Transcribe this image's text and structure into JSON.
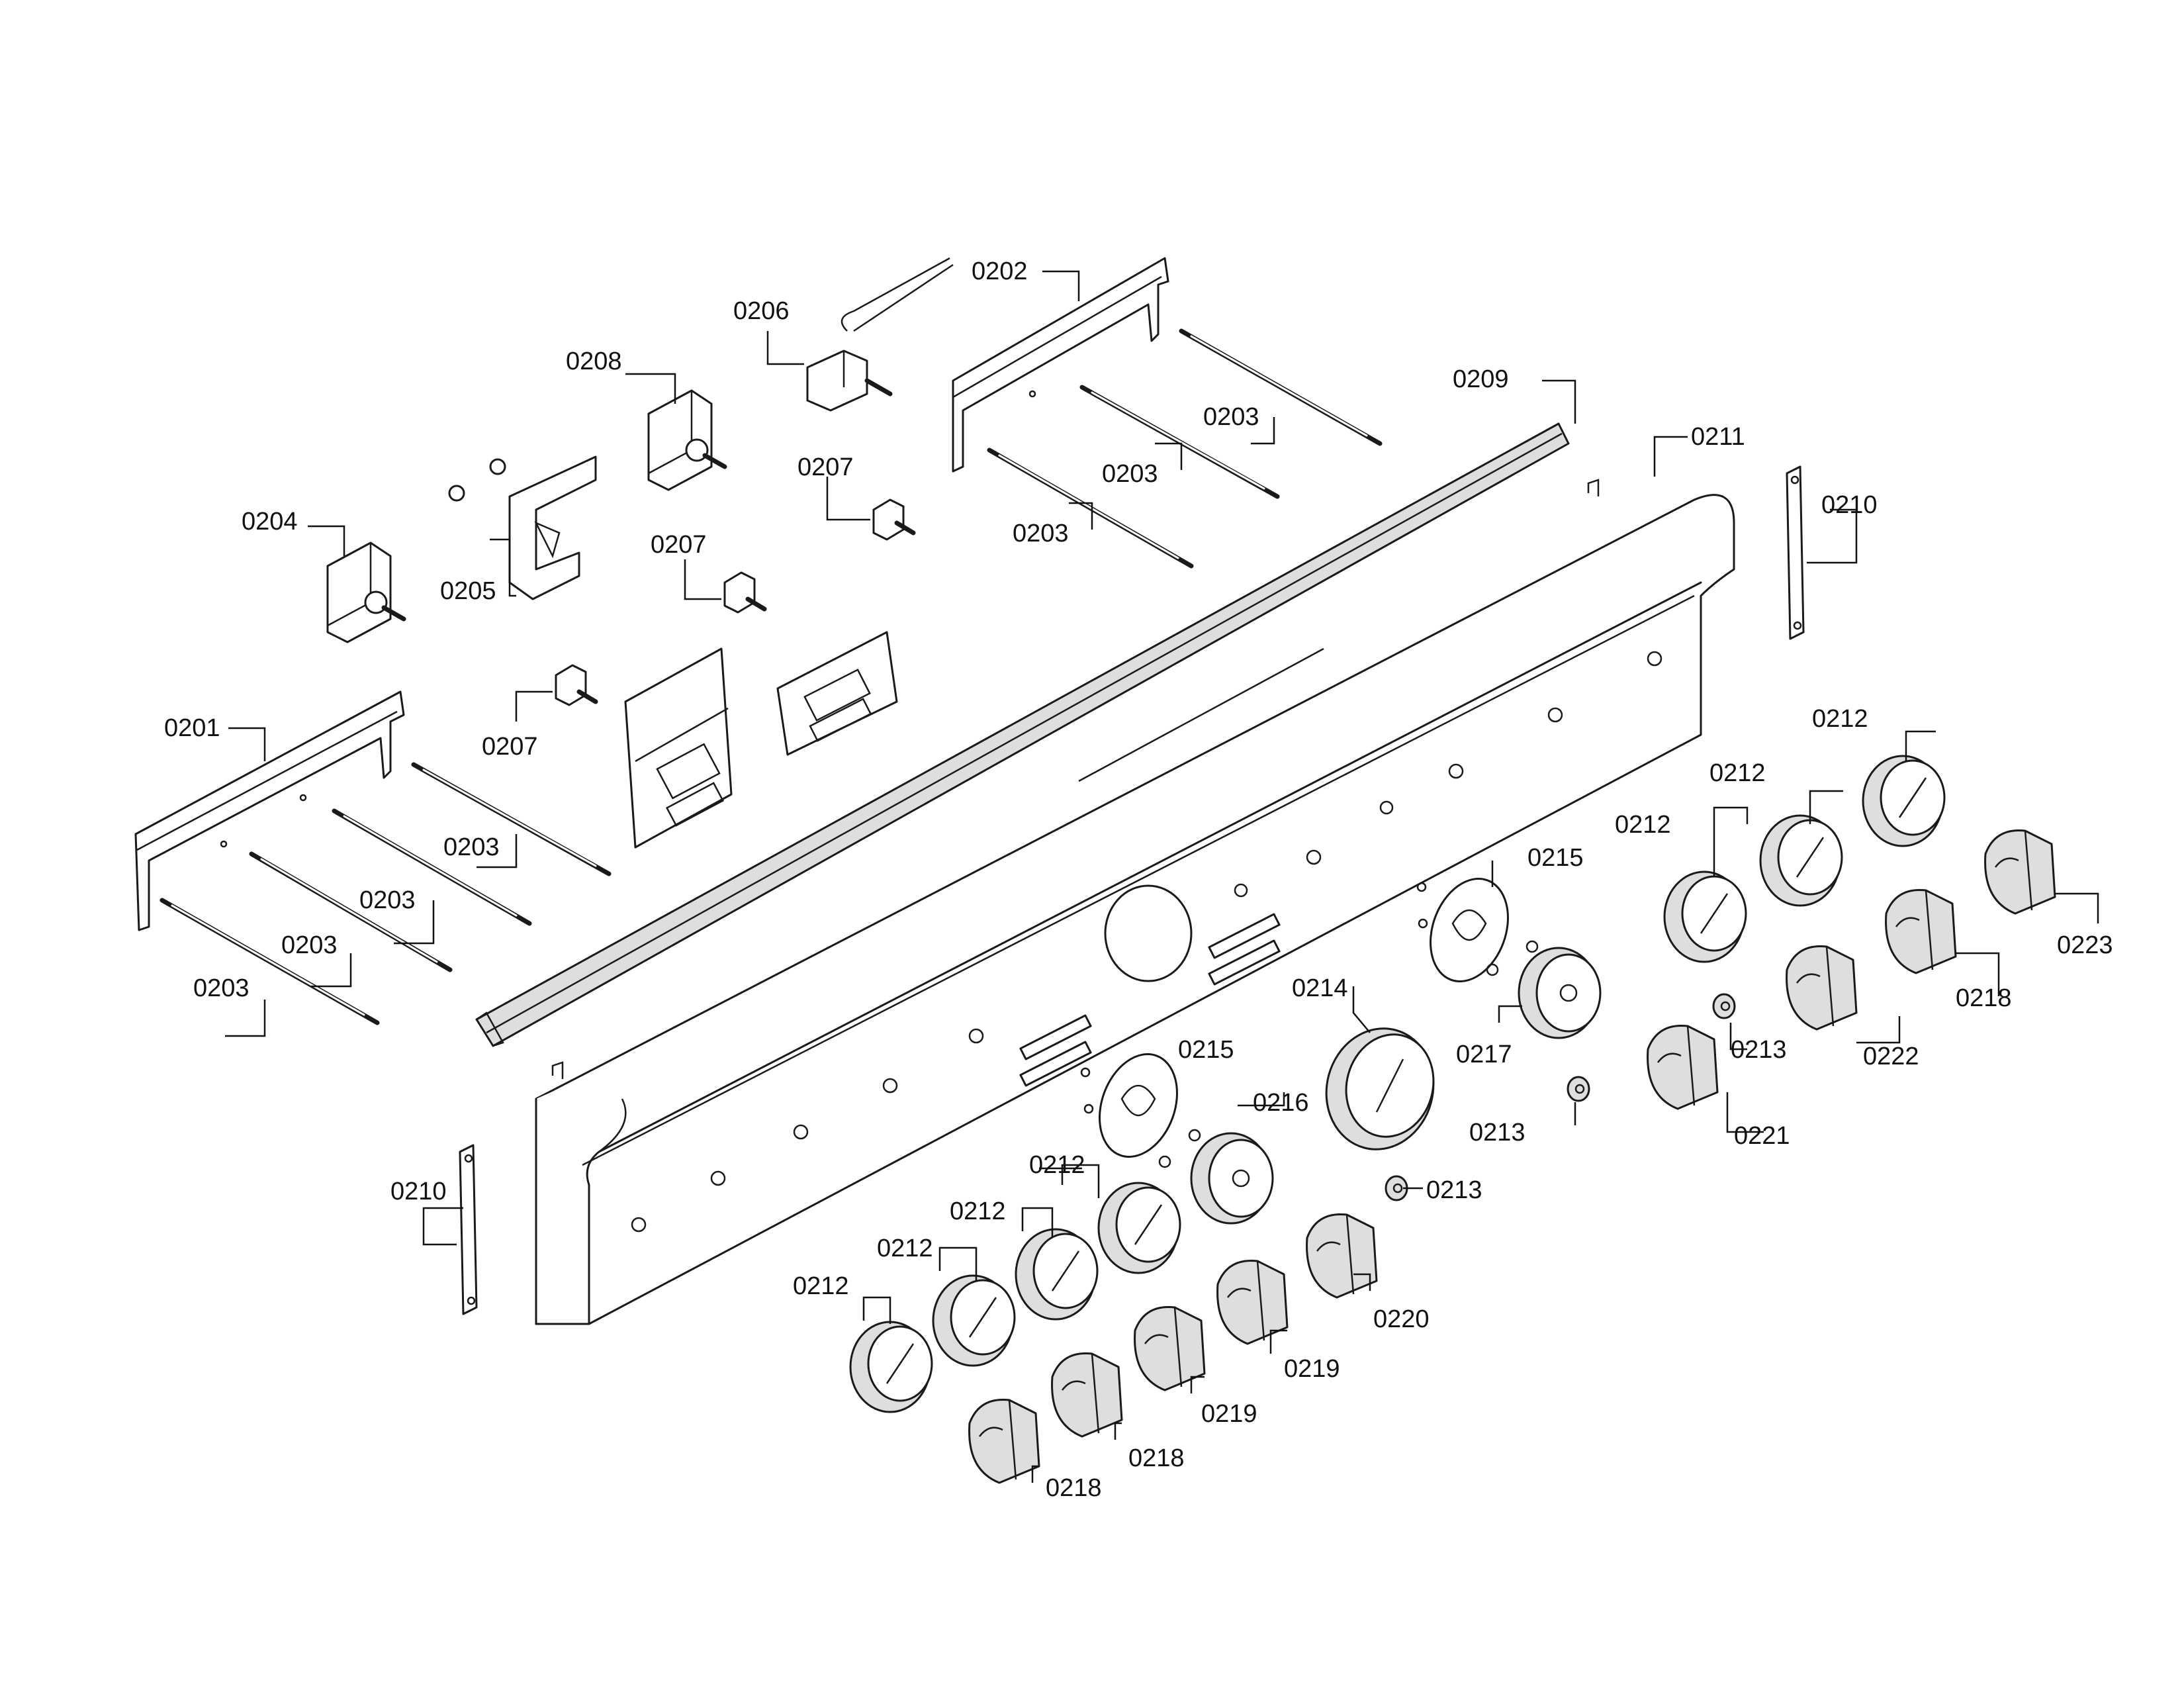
{
  "part_labels": {
    "p0201": "0201",
    "p0202": "0202",
    "p0203": "0203",
    "p0204": "0204",
    "p0205": "0205",
    "p0206": "0206",
    "p0207": "0207",
    "p0208": "0208",
    "p0209": "0209",
    "p0210": "0210",
    "p0211": "0211",
    "p0212": "0212",
    "p0213": "0213",
    "p0214": "0214",
    "p0215": "0215",
    "p0216": "0216",
    "p0217": "0217",
    "p0218": "0218",
    "p0219": "0219",
    "p0220": "0220",
    "p0221": "0221",
    "p0222": "0222",
    "p0223": "0223"
  }
}
